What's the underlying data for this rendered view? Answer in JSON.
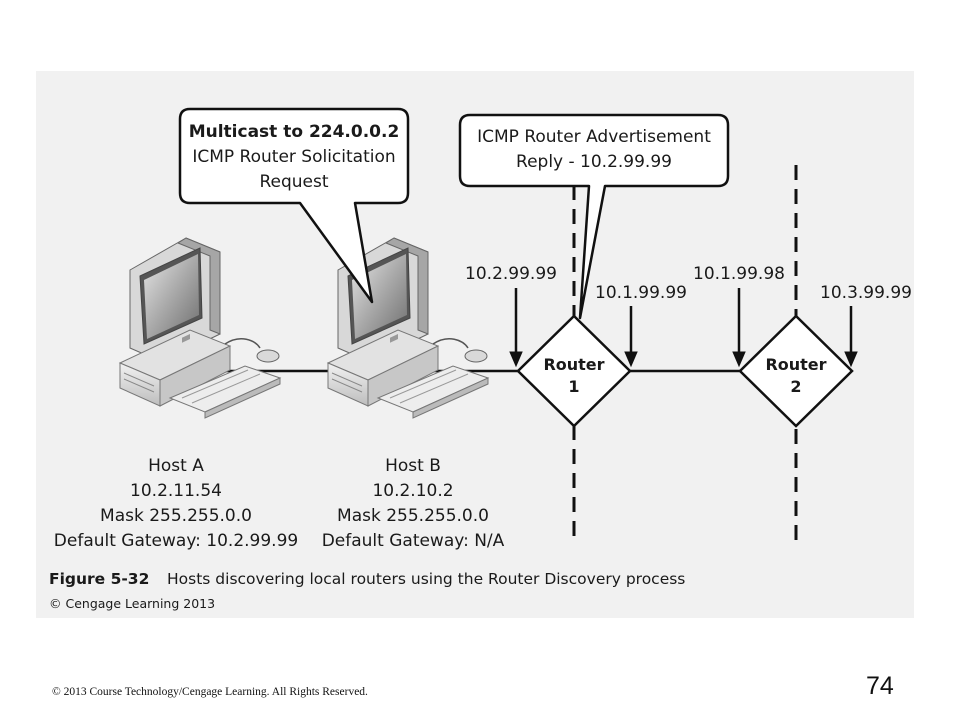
{
  "bubble_solicitation": {
    "line1": "Multicast to 224.0.0.2",
    "line2": "ICMP Router Solicitation",
    "line3": "Request"
  },
  "bubble_advertisement": {
    "line1": "ICMP Router Advertisement",
    "line2": "Reply - 10.2.99.99"
  },
  "router1": {
    "label": "Router",
    "number": "1",
    "ip_left": "10.2.99.99",
    "ip_right": "10.1.99.99"
  },
  "router2": {
    "label": "Router",
    "number": "2",
    "ip_left": "10.1.99.98",
    "ip_right": "10.3.99.99"
  },
  "host_a": {
    "name": "Host A",
    "ip": "10.2.11.54",
    "mask": "Mask 255.255.0.0",
    "gateway": "Default Gateway: 10.2.99.99"
  },
  "host_b": {
    "name": "Host B",
    "ip": "10.2.10.2",
    "mask": "Mask 255.255.0.0",
    "gateway": "Default Gateway: N/A"
  },
  "caption": {
    "figure_label": "Figure 5-32",
    "text": "Hosts discovering local routers using the Router Discovery process",
    "credit": "© Cengage Learning 2013"
  },
  "footer": {
    "copyright": "© 2013 Course Technology/Cengage Learning. All Rights Reserved.",
    "page_number": "74"
  }
}
